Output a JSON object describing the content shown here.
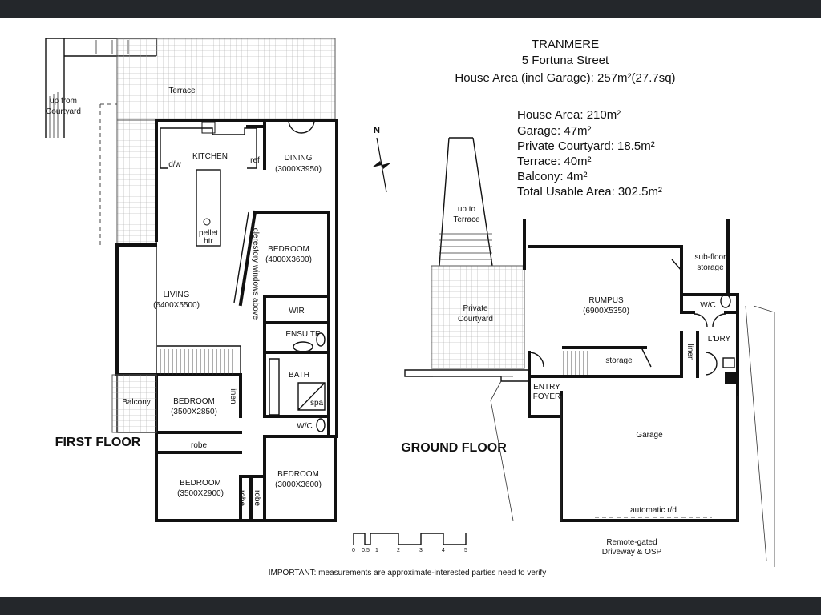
{
  "header": {
    "title": "TRANMERE",
    "address": "5 Fortuna Street",
    "house_area": "House Area (incl Garage): 257m²(27.7sq)"
  },
  "areas": [
    "House Area: 210m²",
    "Garage: 47m²",
    "Private Courtyard: 18.5m²",
    "Terrace: 40m²",
    "Balcony: 4m²",
    "Total Usable Area: 302.5m²"
  ],
  "first_floor": {
    "label": "FIRST FLOOR",
    "up_from": [
      "up from",
      "Courtyard"
    ],
    "terrace": "Terrace",
    "kitchen": "KITCHEN",
    "dw": "d/w",
    "ref": "ref",
    "dining": [
      "DINING",
      "(3000X3950)"
    ],
    "pellet": [
      "pellet",
      "htr"
    ],
    "bedroom_main": [
      "BEDROOM",
      "(4000X3600)"
    ],
    "clerestory": "clerestory windows above",
    "living": [
      "LIVING",
      "(6400X5500)"
    ],
    "wir": "WIR",
    "ensuite": "ENSUITE",
    "bath": "BATH",
    "spa": "spa",
    "wc": "W/C",
    "balcony": "Balcony",
    "bedroom_2": [
      "BEDROOM",
      "(3500X2850)"
    ],
    "linen": "linen",
    "robe": "robe",
    "bedroom_3": [
      "BEDROOM",
      "(3500X2900)"
    ],
    "bedroom_4": [
      "BEDROOM",
      "(3000X3600)"
    ]
  },
  "ground_floor": {
    "label": "GROUND FLOOR",
    "up_to": [
      "up to",
      "Terrace"
    ],
    "courtyard": [
      "Private",
      "Courtyard"
    ],
    "rumpus": [
      "RUMPUS",
      "(6900X5350)"
    ],
    "subfloor": [
      "sub-floor",
      "storage"
    ],
    "wc": "W/C",
    "ldry": "L'DRY",
    "linen": "linen",
    "storage": "storage",
    "entry": [
      "ENTRY",
      "FOYER"
    ],
    "garage": "Garage",
    "rd": "automatic r/d",
    "driveway": [
      "Remote-gated",
      "Driveway & OSP"
    ]
  },
  "compass": "N",
  "scale_labels": [
    "0",
    "0.5",
    "1",
    "2",
    "3",
    "4",
    "5"
  ],
  "footer_note": "IMPORTANT: measurements are approximate-interested parties need to verify",
  "colors": {
    "bar": "#24272b",
    "wall": "#111111",
    "grid": "#9a9a9a"
  }
}
